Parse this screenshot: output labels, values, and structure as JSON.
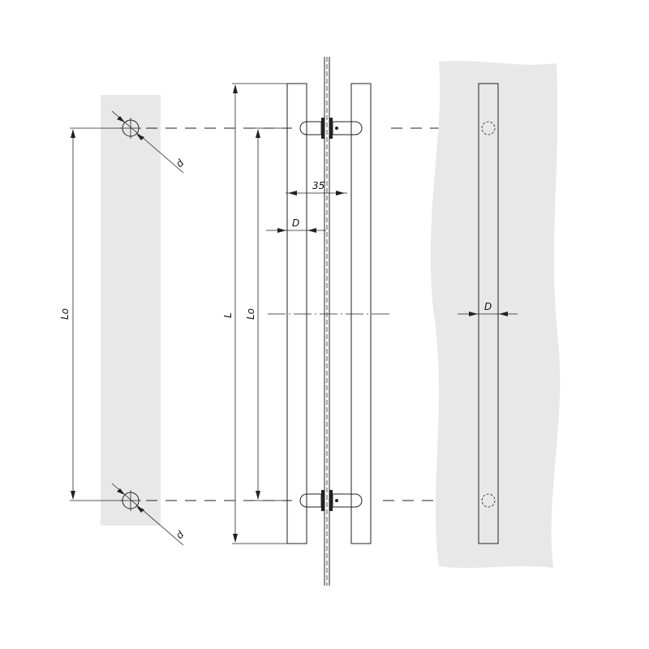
{
  "labels": {
    "hole_diameter": "d",
    "hole_spacing": "Lo",
    "overall_length": "L",
    "bar_diameter": "D",
    "standoff": "35"
  },
  "colors": {
    "panel_fill": "#e8e8e8",
    "line": "#222222",
    "background": "#ffffff"
  }
}
